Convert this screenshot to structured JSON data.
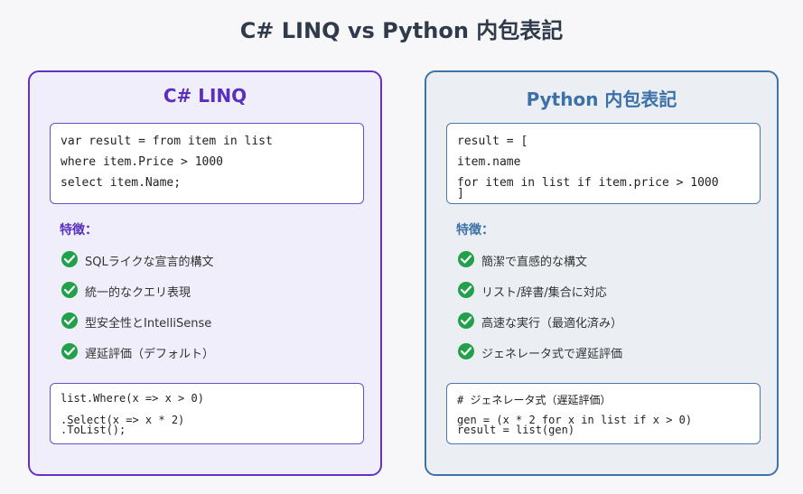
{
  "title": "C# LINQ vs Python 内包表記",
  "panels": [
    {
      "heading": "C# LINQ",
      "code_lines": [
        "var result = from item in list",
        "where item.Price > 1000",
        "select item.Name;"
      ],
      "features_label": "特徴：",
      "features": [
        "SQLライクな宣言的構文",
        "統一的なクエリ表現",
        "型安全性とIntelliSense",
        "遅延評価（デフォルト）"
      ],
      "example_lines": [
        "list.Where(x => x > 0)",
        ".Select(x => x * 2)",
        ".ToList();"
      ]
    },
    {
      "heading": "Python 内包表記",
      "code_lines": [
        "result = [",
        "item.name",
        "for item in list if item.price > 1000",
        "]"
      ],
      "features_label": "特徴：",
      "features": [
        "簡潔で直感的な構文",
        "リスト/辞書/集合に対応",
        "高速な実行（最適化済み）",
        "ジェネレータ式で遅延評価"
      ],
      "example_lines": [
        "# ジェネレータ式（遅延評価）",
        "gen = (x * 2 for x in list if x > 0)",
        "result = list(gen)"
      ]
    }
  ],
  "colors": {
    "check": "#22a04b",
    "left_accent": "#5a2fc0",
    "right_accent": "#3c71a8"
  },
  "icons": {
    "feature": "check-circle-icon"
  }
}
